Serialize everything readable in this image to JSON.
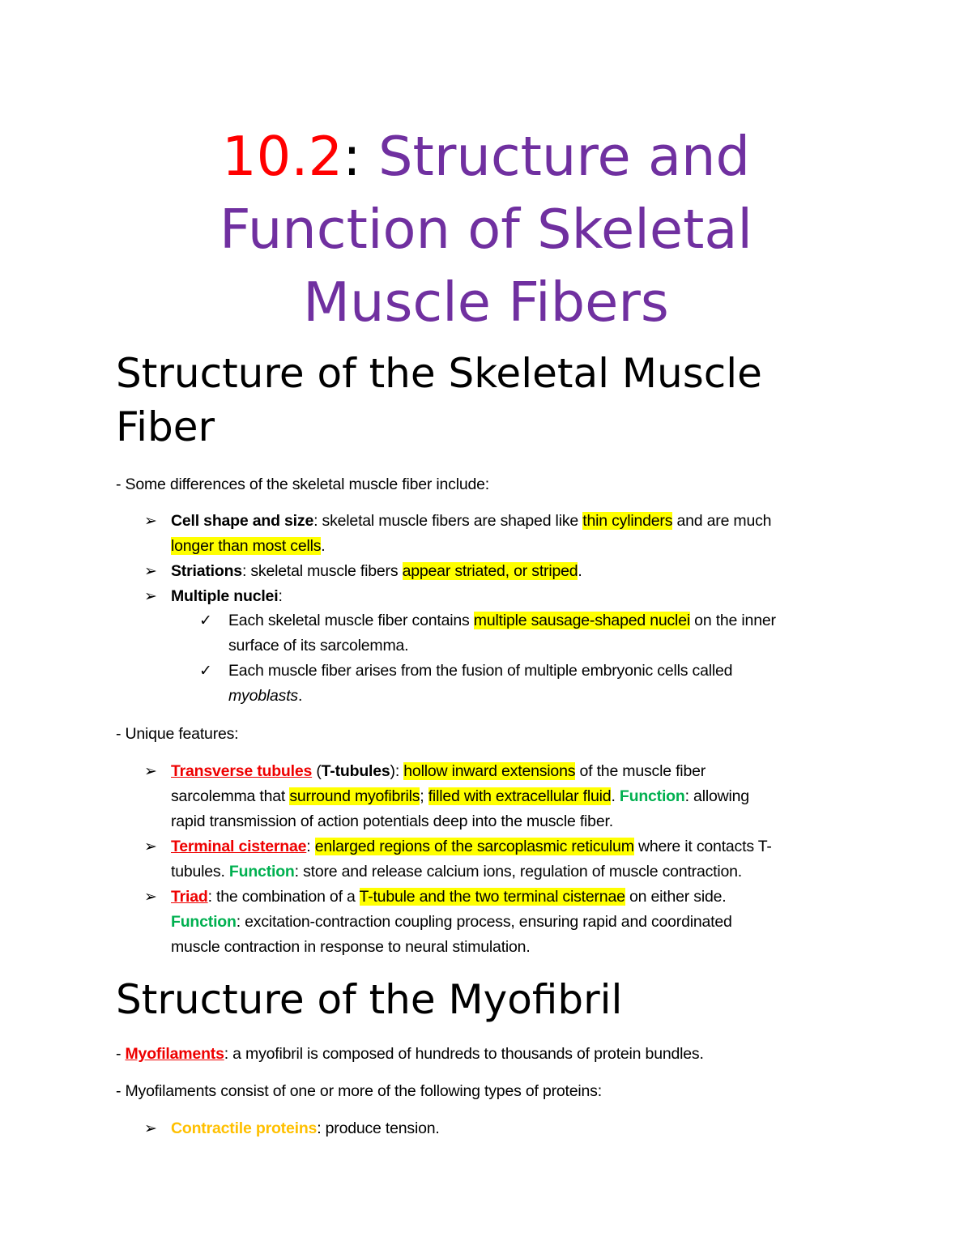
{
  "title": {
    "number": "10.2",
    "colon": ":",
    "line1": " Structure and",
    "line2": "Function of Skeletal",
    "line3": "Muscle Fibers"
  },
  "section1": {
    "heading_line1": "Structure of the Skeletal Muscle",
    "heading_line2": "Fiber",
    "intro": "- Some differences of the skeletal muscle fiber include:",
    "items": [
      {
        "term": "Cell shape and size",
        "t1": ": skeletal muscle fibers are shaped like ",
        "h1": "thin cylinders",
        "t2": " and are much",
        "h2": "longer than most cells",
        "t3": "."
      },
      {
        "term": "Striations",
        "t1": ": skeletal muscle fibers ",
        "h1": "appear striated, or striped",
        "t2": "."
      },
      {
        "term": "Multiple nuclei",
        "t1": ":",
        "subitems": [
          {
            "t1": "Each skeletal muscle fiber contains ",
            "h1": "multiple sausage-shaped nuclei",
            "t2": " on the inner",
            "t3": "surface of its sarcolemma."
          },
          {
            "t1": "Each muscle fiber arises from the fusion of multiple embryonic cells called",
            "it": "myoblasts",
            "t2": "."
          }
        ]
      }
    ],
    "unique_intro": "- Unique features:",
    "features": [
      {
        "term": "Transverse tubules",
        "t1": " (",
        "abbr": "T-tubules",
        "t2": "): ",
        "h1": "hollow inward extensions",
        "t3": " of the muscle fiber",
        "t4": "sarcolemma that ",
        "h2": "surround myofibrils",
        "t5": "; ",
        "h3": "filled with extracellular fluid",
        "t6": ". ",
        "fn": "Function",
        "t7": ": allowing",
        "t8": "rapid transmission of action potentials deep into the muscle fiber."
      },
      {
        "term": "Terminal cisternae",
        "t1": ": ",
        "h1": "enlarged regions of the sarcoplasmic reticulum",
        "t2": " where it contacts T-",
        "t3": "tubules. ",
        "fn": "Function",
        "t4": ": store and release calcium ions, regulation of muscle contraction."
      },
      {
        "term": "Triad",
        "t1": ": the combination of a ",
        "h1": "T-tubule and the two terminal cisternae",
        "t2": " on either side.",
        "fn": "Function",
        "t3": ": excitation-contraction coupling process, ensuring rapid and coordinated",
        "t4": "muscle contraction in response to neural stimulation."
      }
    ]
  },
  "section2": {
    "heading": "Structure of the Myofibril",
    "p1_dash": "- ",
    "p1_term": "Myofilaments",
    "p1_text": ": a myofibril is composed of hundreds to thousands of protein bundles.",
    "p2": "- Myofilaments consist of one or more of the following types of proteins:",
    "item_term": "Contractile proteins",
    "item_text": ": produce tension."
  },
  "icons": {
    "arrow_bullet": "➢",
    "check_bullet": "✓"
  },
  "colors": {
    "title": "#7030a0",
    "number": "#ff0000",
    "term_red": "#ee0000",
    "function_green": "#00b050",
    "contractile_orange": "#ffc000",
    "highlight": "#ffff00"
  }
}
